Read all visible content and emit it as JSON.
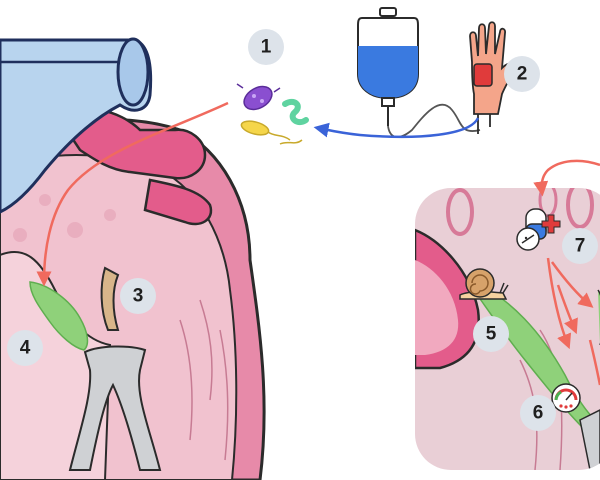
{
  "diagram": {
    "markers": [
      {
        "id": "marker-1",
        "label": "1"
      },
      {
        "id": "marker-2",
        "label": "2"
      },
      {
        "id": "marker-3",
        "label": "3"
      },
      {
        "id": "marker-4",
        "label": "4"
      },
      {
        "id": "marker-5",
        "label": "5"
      },
      {
        "id": "marker-6",
        "label": "6"
      },
      {
        "id": "marker-7",
        "label": "7"
      }
    ],
    "colors": {
      "heart_tissue": "#eec6d0",
      "heart_deep": "#e07ba0",
      "aorta_blue": "#b8d4ee",
      "vegetation_green": "#8fd17a",
      "arrow_red": "#f06a5e",
      "arrow_blue": "#3a63d8",
      "zoom_background": "#e9cfd6",
      "marker_circle": "#dde3ea"
    },
    "icons": [
      "bacteria-icon",
      "iv-bag-icon",
      "hand-catheter-icon",
      "snail-icon",
      "gauge-icon",
      "medicine-icon"
    ]
  }
}
